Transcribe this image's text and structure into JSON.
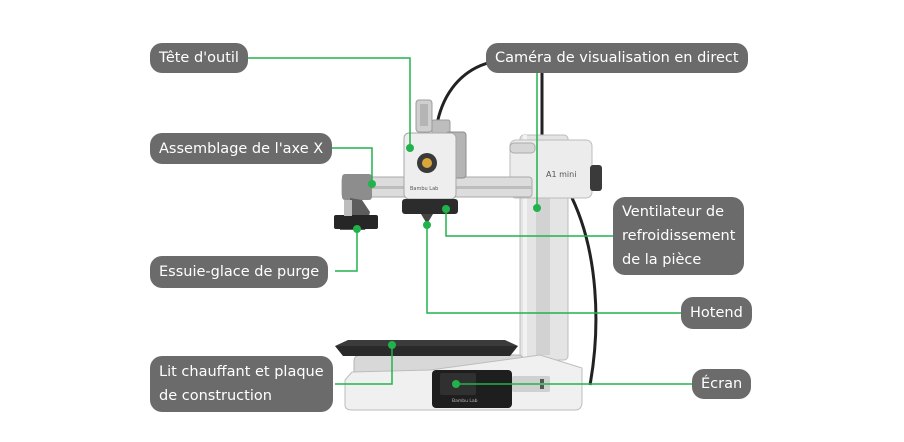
{
  "colors": {
    "label_background": "#6b6b6b",
    "label_text": "#ffffff",
    "leader_line": "#22b24c",
    "printer_frame": "#e3e3e3",
    "printer_dark": "#2b2b2b"
  },
  "labels": {
    "tete_outil": [
      "Tête d'outil"
    ],
    "assemblage_axe_x": [
      "Assemblage de l'axe X"
    ],
    "essuie_glace": [
      "Essuie-glace de purge"
    ],
    "lit_chauffant": [
      "Lit chauffant et plaque",
      "de construction"
    ],
    "camera": [
      "Caméra de visualisation en direct"
    ],
    "ventilateur": [
      "Ventilateur de",
      "refroidissement",
      "de la pièce"
    ],
    "hotend": [
      "Hotend"
    ],
    "ecran": [
      "Écran"
    ]
  },
  "printer": {
    "brand_text": "Bambu Lab",
    "model_text": "A1 mini"
  }
}
